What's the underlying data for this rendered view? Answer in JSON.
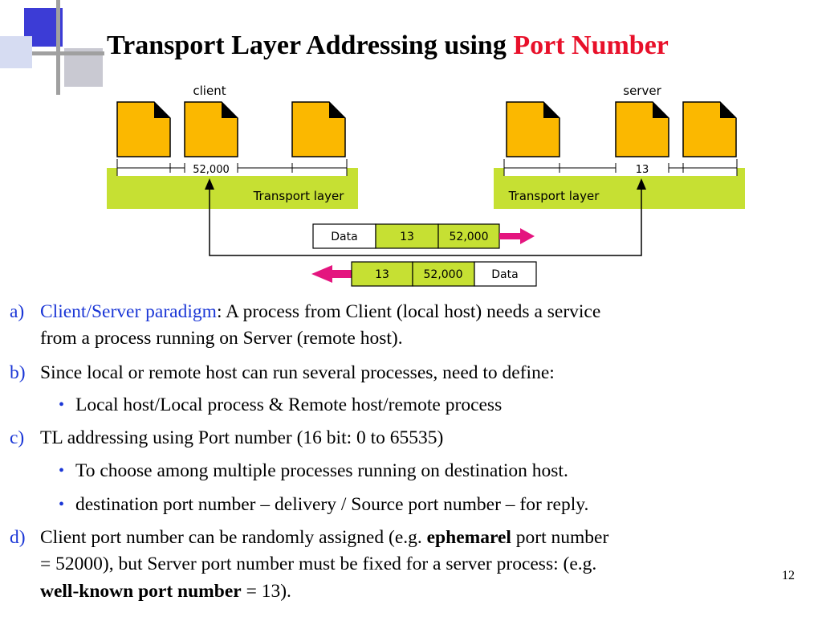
{
  "slide": {
    "title_main": "Transport Layer Addressing using ",
    "title_accent": "Port Number",
    "page_number": "12"
  },
  "diagram": {
    "client_label": "client",
    "server_label": "server",
    "client_port": "52,000",
    "server_port": "13",
    "layer_label": "Transport layer",
    "packet_out": [
      "Data",
      "13",
      "52,000"
    ],
    "packet_back": [
      "13",
      "52,000",
      "Data"
    ],
    "colors": {
      "process": "#fbb800",
      "layer": "#c6e033",
      "arrow": "#e4157f",
      "deco_blue": "#3c3cd6",
      "deco_gray": "#a0a0a0"
    }
  },
  "bullets": {
    "a_marker": "a)",
    "a_term": "Client/Server paradigm",
    "a_text1": ": A process from Client (local host) needs a service",
    "a_text2": "from a process running on Server (remote host).",
    "b_marker": "b)",
    "b_text": "Since local or remote host can run several processes, need to define:",
    "b_sub1": "Local host/Local process  &  Remote host/remote process",
    "c_marker": "c)",
    "c_text": "TL addressing using Port number (16 bit: 0 to 65535)",
    "c_sub1": "To choose among multiple processes running on destination host.",
    "c_sub2": "destination port number – delivery / Source port number – for reply.",
    "d_marker": "d)",
    "d_text1_a": "Client port number can be randomly assigned (e.g. ",
    "d_text1_bold": "ephemarel",
    "d_text1_b": " port number",
    "d_text2": "= 52000), but Server port number must be fixed for a server process: (e.g.",
    "d_text3_bold": "well-known port number",
    "d_text3_b": " = 13)."
  }
}
